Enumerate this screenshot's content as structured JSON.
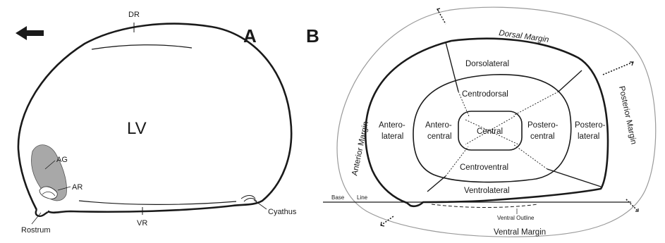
{
  "panel_a": {
    "letter": "A",
    "center_label": "LV",
    "dorsal_label": "DR",
    "ventral_label": "VR",
    "ag_label": "AG",
    "ar_label": "AR",
    "rostrum_label": "Rostrum",
    "cyathus_label": "Cyathus",
    "arrow_icon": "arrow-left-icon"
  },
  "panel_b": {
    "letter": "B",
    "margins": {
      "dorsal": "Dorsal Margin",
      "ventral": "Ventral Margin",
      "anterior": "Anterior Margin",
      "posterior": "Posterior Margin"
    },
    "base_label": "Base",
    "line_label": "Line",
    "ventral_outline_label": "Ventral Outline",
    "regions": {
      "dorsolateral": "Dorsolateral",
      "centrodorsal": "Centrodorsal",
      "antero_lateral_1": "Antero-",
      "antero_lateral_2": "lateral",
      "antero_central_1": "Antero-",
      "antero_central_2": "central",
      "central": "Central",
      "postero_central_1": "Postero-",
      "postero_central_2": "central",
      "postero_lateral_1": "Postero-",
      "postero_lateral_2": "lateral",
      "centroventral": "Centroventral",
      "ventrolateral": "Ventrolateral"
    }
  }
}
